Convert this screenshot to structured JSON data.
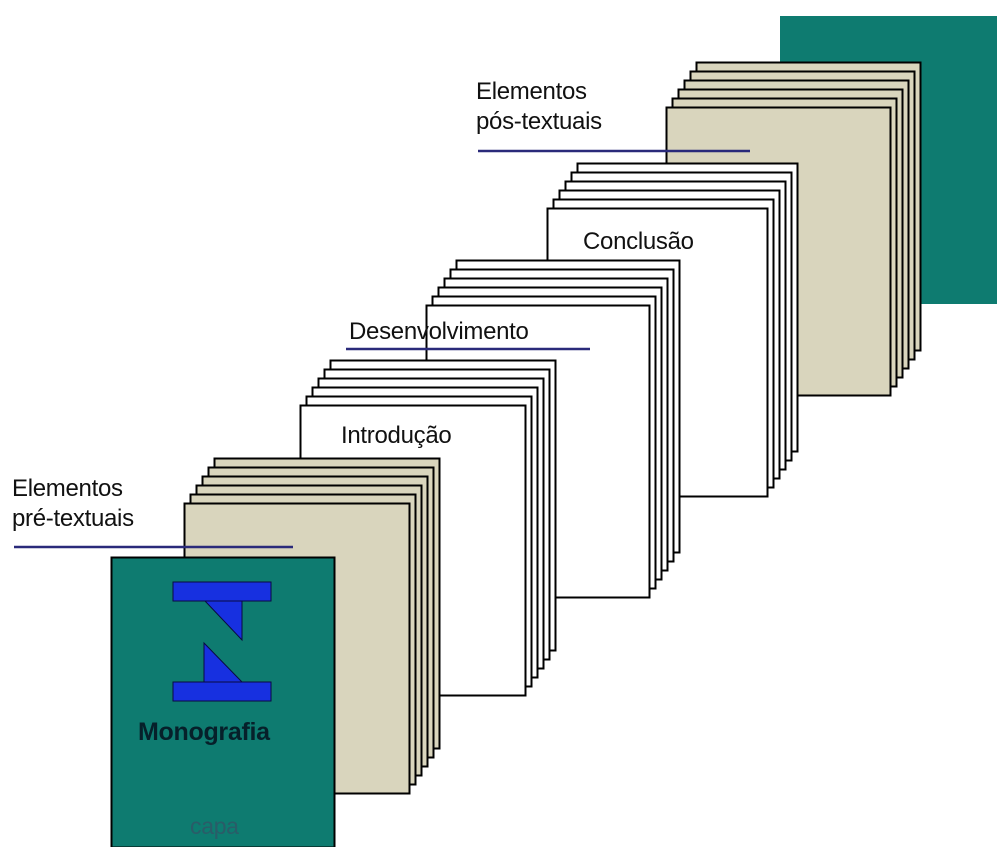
{
  "diagram": {
    "colors": {
      "cover": "#0e7b70",
      "beige_page": "#d9d5bd",
      "white_page": "#ffffff",
      "outline": "#000000",
      "underline": "#2a2a7a",
      "logo": "#1730e0",
      "cover_text_dark": "#06202a",
      "cover_text_light": "#2a5c68"
    },
    "sections": {
      "pre_textual": {
        "line1": "Elementos",
        "line2": "pré-textuais"
      },
      "introduction": {
        "label": "Introdução"
      },
      "development": {
        "label": "Desenvolvimento"
      },
      "conclusion": {
        "label": "Conclusão"
      },
      "post_textual": {
        "line1": "Elementos",
        "line2": "pós-textuais"
      }
    },
    "front_cover": {
      "title": "Monografia",
      "caption": "capa",
      "logo_icon": "z-shaped-logo-icon"
    },
    "back_cover": {
      "icon": "back-cover"
    }
  }
}
